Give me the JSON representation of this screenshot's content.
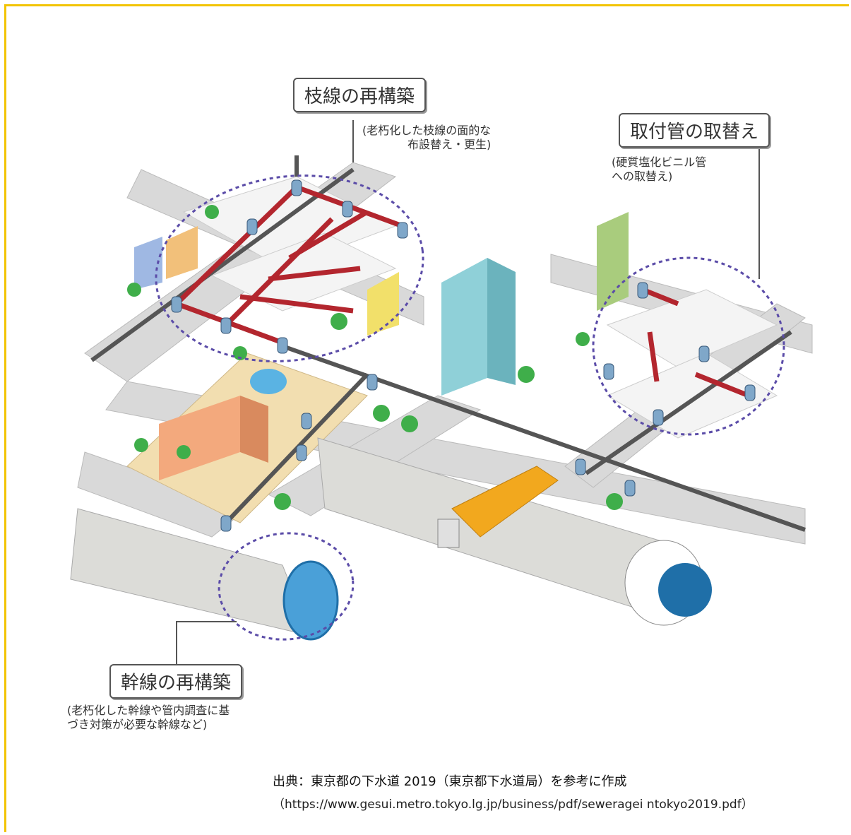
{
  "labels": {
    "branch": {
      "title": "枝線の再構築",
      "note": "(老朽化した枝線の面的な\n　　　　布設替え・更生)"
    },
    "connection": {
      "title": "取付管の取替え",
      "note": "(硬質塩化ビニル管\nへの取替え)"
    },
    "trunk": {
      "title": "幹線の再構築",
      "note": "(老朽化した幹線や管内調査に基\nづき対策が必要な幹線など)"
    }
  },
  "source": {
    "line1": "出典：東京都の下水道 2019（東京都下水道局）を参考に作成",
    "line2": "（https://www.gesui.metro.tokyo.lg.jp/business/pdf/seweragei ntokyo2019.pdf）"
  },
  "colors": {
    "frame": "#f2c400",
    "pipe_red": "#b3262e",
    "circle": "#5b4ca8",
    "road": "#d9d9d9"
  }
}
